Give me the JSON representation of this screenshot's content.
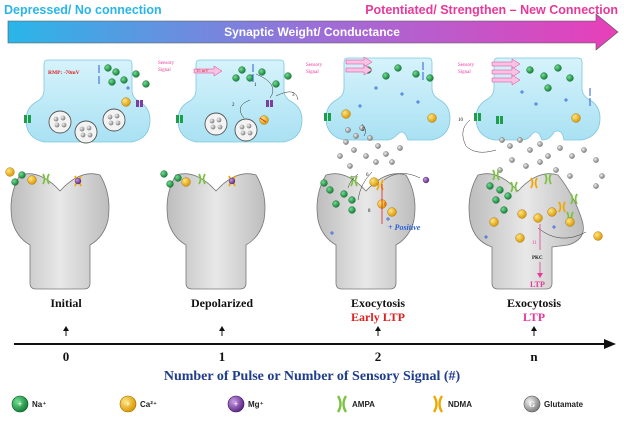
{
  "header": {
    "left": "Depressed/ No connection",
    "right": "Potentiated/ Strengthen – New Connection",
    "arrow_label": "Synaptic Weight/ Conductance"
  },
  "panels": {
    "initial": {
      "rmp_label": "RMP: -70mV"
    },
    "depolarized": {
      "sensory_label_1": "Sensory",
      "sensory_label_2": "Signal",
      "voltage_label": "15 mV",
      "step_1": "1",
      "step_2": "2",
      "step_3": "3"
    },
    "exocytosis_early": {
      "sensory_label_1": "Sensory",
      "sensory_label_2": "Signal",
      "step_5": "5",
      "step_6": "6",
      "step_7": "7",
      "step_8": "8",
      "step_9": "9",
      "positive_label": "+ Positive"
    },
    "exocytosis_ltp": {
      "sensory_label_1": "Sensory",
      "sensory_label_2": "Signal",
      "step_10": "10",
      "step_11": "11",
      "pkc_label": "PKC",
      "ltp_label": "LTP"
    }
  },
  "stages": [
    {
      "title": "Initial",
      "sub": ""
    },
    {
      "title": "Depolarized",
      "sub": ""
    },
    {
      "title": "Exocytosis",
      "sub": "Early LTP"
    },
    {
      "title": "Exocytosis",
      "sub": "LTP"
    }
  ],
  "axis": {
    "title": "Number of Pulse or Number of Sensory Signal (#)",
    "ticks": [
      "0",
      "1",
      "2",
      "n"
    ]
  },
  "legend": [
    {
      "label": "Na⁺",
      "symbol": "+"
    },
    {
      "label": "Ca²⁺",
      "symbol": "+"
    },
    {
      "label": "Mg⁺",
      "symbol": "+"
    },
    {
      "label": "AMPA",
      "symbol": ""
    },
    {
      "label": "NDMA",
      "symbol": ""
    },
    {
      "label": "Glutamate",
      "symbol": "G"
    }
  ],
  "colors": {
    "accent_blue": "#29b6e8",
    "accent_pink": "#e8399b",
    "presynaptic": "#bfeaf7",
    "postsynaptic": "#d9d9d9",
    "sodium": "#1e9e4a",
    "calcium": "#f2b90c",
    "magnesium": "#7b3fa0",
    "glutamate": "#9a9a9a",
    "axis_title": "#1f3c8c",
    "early_ltp": "#e02020"
  }
}
